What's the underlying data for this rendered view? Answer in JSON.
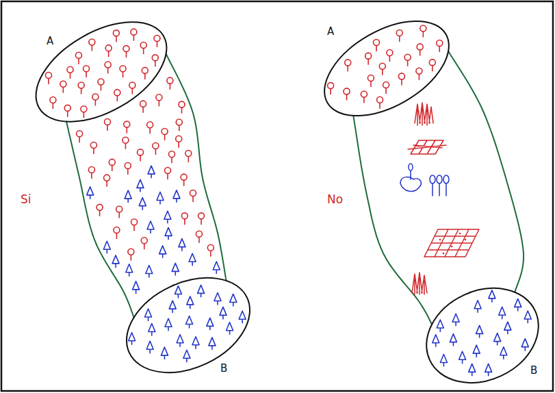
{
  "diagram": {
    "nodes": [
      {
        "text": [
          "A"
        ]
      },
      {
        "text": [
          "B"
        ]
      },
      {
        "text": [
          "A"
        ]
      },
      {
        "text": [
          "B"
        ]
      }
    ],
    "labels": [
      "Si",
      "No"
    ]
  }
}
